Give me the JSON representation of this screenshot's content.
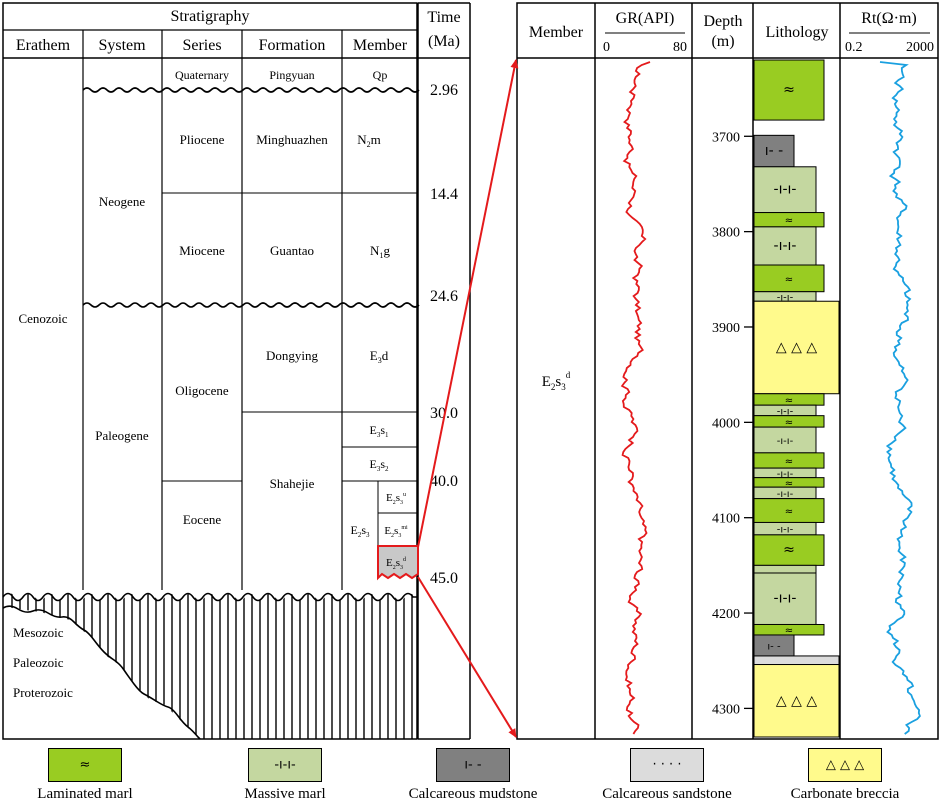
{
  "stratigraphy": {
    "title": "Stratigraphy",
    "time_header": [
      "Time",
      "(Ma)"
    ],
    "columns": [
      "Erathem",
      "System",
      "Series",
      "Formation",
      "Member"
    ],
    "erathems": [
      "Cenozoic",
      "Mesozoic",
      "Paleozoic",
      "Proterozoic"
    ],
    "systems": [
      "Neogene",
      "Paleogene"
    ],
    "series": [
      "Quaternary",
      "Pliocene",
      "Miocene",
      "Oligocene",
      "Eocene"
    ],
    "formations": [
      "Pingyuan",
      "Minghuazhen",
      "Guantao",
      "Dongying",
      "Shahejie"
    ],
    "members": [
      "Qp",
      "N2m",
      "N1g",
      "E3d",
      "E3s1",
      "E3s2",
      "E2s3",
      "E2s3u",
      "E2s3mi",
      "E2s3d"
    ],
    "ages": [
      "2.96",
      "14.4",
      "24.6",
      "30.0",
      "40.0",
      "45.0"
    ]
  },
  "log": {
    "headers": {
      "member": "Member",
      "gr": "GR(API)",
      "gr_min": "0",
      "gr_max": "80",
      "depth": [
        "Depth",
        "(m)"
      ],
      "lithology": "Lithology",
      "rt": "Rt(Ω·m)",
      "rt_min": "0.2",
      "rt_max": "2000"
    },
    "member_label": "E2s3d",
    "depth_ticks": [
      "3700",
      "3800",
      "3900",
      "4000",
      "4100",
      "4200",
      "4300"
    ],
    "depth_range": [
      3620,
      4330
    ],
    "lithology_layers": [
      {
        "top": 3620,
        "bottom": 3683,
        "type": "laminated"
      },
      {
        "top": 3699,
        "bottom": 3732,
        "type": "mudstone"
      },
      {
        "top": 3732,
        "bottom": 3780,
        "type": "massive"
      },
      {
        "top": 3780,
        "bottom": 3795,
        "type": "laminated"
      },
      {
        "top": 3795,
        "bottom": 3835,
        "type": "massive"
      },
      {
        "top": 3835,
        "bottom": 3863,
        "type": "laminated"
      },
      {
        "top": 3863,
        "bottom": 3873,
        "type": "massive"
      },
      {
        "top": 3873,
        "bottom": 3970,
        "type": "breccia"
      },
      {
        "top": 3970,
        "bottom": 3982,
        "type": "laminated"
      },
      {
        "top": 3982,
        "bottom": 3993,
        "type": "massive"
      },
      {
        "top": 3993,
        "bottom": 4005,
        "type": "laminated"
      },
      {
        "top": 4005,
        "bottom": 4032,
        "type": "massive"
      },
      {
        "top": 4032,
        "bottom": 4048,
        "type": "laminated"
      },
      {
        "top": 4048,
        "bottom": 4058,
        "type": "massive"
      },
      {
        "top": 4058,
        "bottom": 4068,
        "type": "laminated"
      },
      {
        "top": 4068,
        "bottom": 4080,
        "type": "massive"
      },
      {
        "top": 4080,
        "bottom": 4105,
        "type": "laminated"
      },
      {
        "top": 4105,
        "bottom": 4118,
        "type": "massive"
      },
      {
        "top": 4118,
        "bottom": 4150,
        "type": "laminated"
      },
      {
        "top": 4150,
        "bottom": 4158,
        "type": "massive"
      },
      {
        "top": 4158,
        "bottom": 4212,
        "type": "massive"
      },
      {
        "top": 4212,
        "bottom": 4223,
        "type": "laminated"
      },
      {
        "top": 4223,
        "bottom": 4245,
        "type": "mudstone"
      },
      {
        "top": 4245,
        "bottom": 4254,
        "type": "sandstone"
      },
      {
        "top": 4254,
        "bottom": 4330,
        "type": "breccia"
      }
    ]
  },
  "legend": [
    {
      "type": "laminated",
      "label": "Laminated marl",
      "pattern": "≈",
      "color": "#99cc22"
    },
    {
      "type": "massive",
      "label": "Massive marl",
      "pattern": "-ı-ı-",
      "color": "#c4d7a0"
    },
    {
      "type": "mudstone",
      "label": "Calcareous mudstone",
      "pattern": "ı- -",
      "color": "#808080"
    },
    {
      "type": "sandstone",
      "label": "Calcareous sandstone",
      "pattern": "·  ·  ·  ·",
      "color": "#dcdcdc"
    },
    {
      "type": "breccia",
      "label": "Carbonate breccia",
      "pattern": "△  △  △",
      "color": "#fffa8c"
    }
  ],
  "colors": {
    "gr_curve": "#e41a1c",
    "rt_curve": "#1aa0e0",
    "arrow": "#e41a1c",
    "highlight": "#c8c8c8"
  }
}
